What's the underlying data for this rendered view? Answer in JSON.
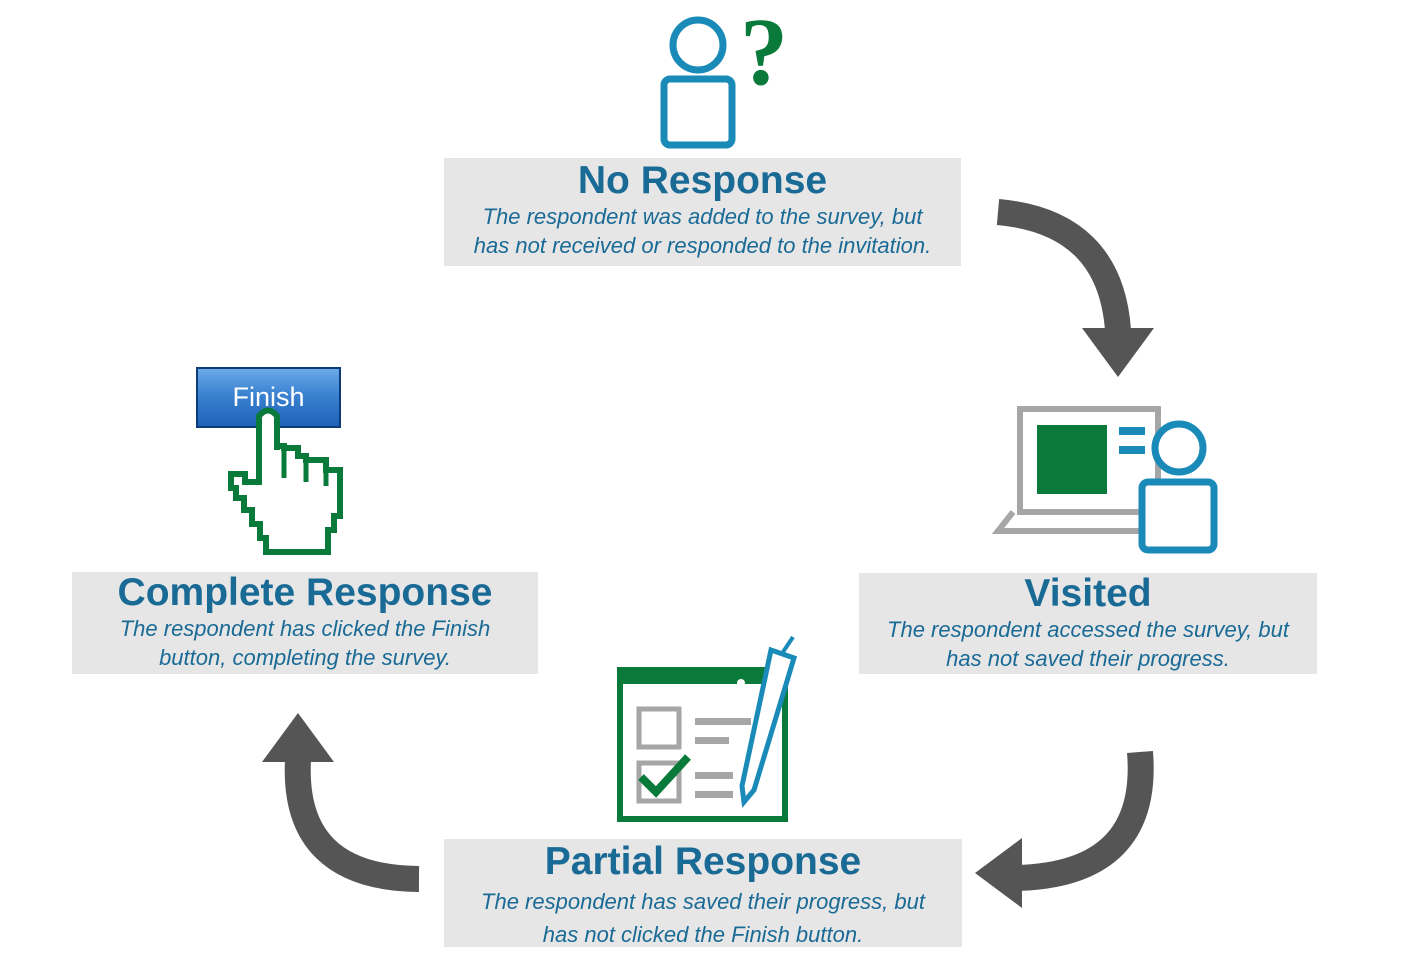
{
  "stages": {
    "no_response": {
      "title": "No Response",
      "line1": "The respondent was added to the survey, but",
      "line2": "has not received or responded to the invitation."
    },
    "visited": {
      "title": "Visited",
      "line1": "The respondent accessed the survey, but",
      "line2": "has not saved their progress."
    },
    "partial": {
      "title": "Partial Response",
      "line1": "The respondent has saved their progress, but",
      "line2": "has not clicked the Finish button."
    },
    "complete": {
      "title": "Complete Response",
      "line1": "The respondent has clicked the Finish",
      "line2": "button, completing the survey."
    }
  },
  "finish_button": {
    "label": "Finish"
  },
  "colors": {
    "blue": "#1a8ab8",
    "green": "#0a7a3a",
    "gray": "#a6a6a6",
    "arrow": "#555555",
    "text": "#1a6a96"
  },
  "icons": {
    "no_response": "person-question-icon",
    "visited": "laptop-person-icon",
    "partial": "form-pen-icon",
    "complete": "pointer-hand-icon"
  }
}
